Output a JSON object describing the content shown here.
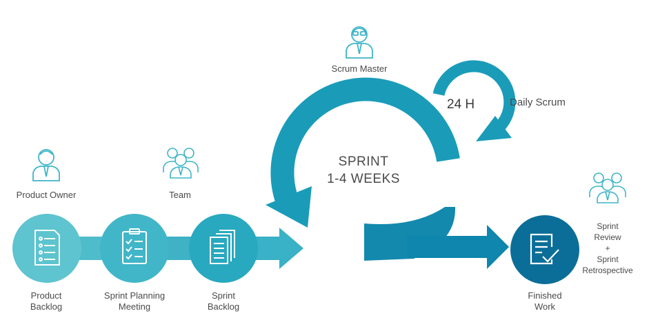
{
  "roles": {
    "scrum_master": "Scrum Master",
    "product_owner": "Product Owner",
    "team": "Team"
  },
  "cycle": {
    "sprint_line1": "SPRINT",
    "sprint_line2": "1-4 WEEKS",
    "daily_duration": "24 H",
    "daily_label": "Daily Scrum"
  },
  "steps": {
    "product_backlog": [
      "Product",
      "Backlog"
    ],
    "sprint_planning": [
      "Sprint Planning",
      "Meeting"
    ],
    "sprint_backlog": [
      "Sprint",
      "Backlog"
    ],
    "finished_work": [
      "Finished",
      "Work"
    ]
  },
  "review": [
    "Sprint",
    "Review",
    "+",
    "Sprint",
    "Retrospective"
  ],
  "colors": {
    "light_teal": "#5ec4cf",
    "mid_teal": "#28a9bf",
    "dark_teal": "#0f8fb2",
    "navy": "#0b6e98",
    "icon_teal": "#3db5c7"
  },
  "icons": [
    "person-tie-icon",
    "team-icon",
    "document-list-icon",
    "clipboard-checklist-icon",
    "document-stack-icon",
    "document-check-icon"
  ]
}
